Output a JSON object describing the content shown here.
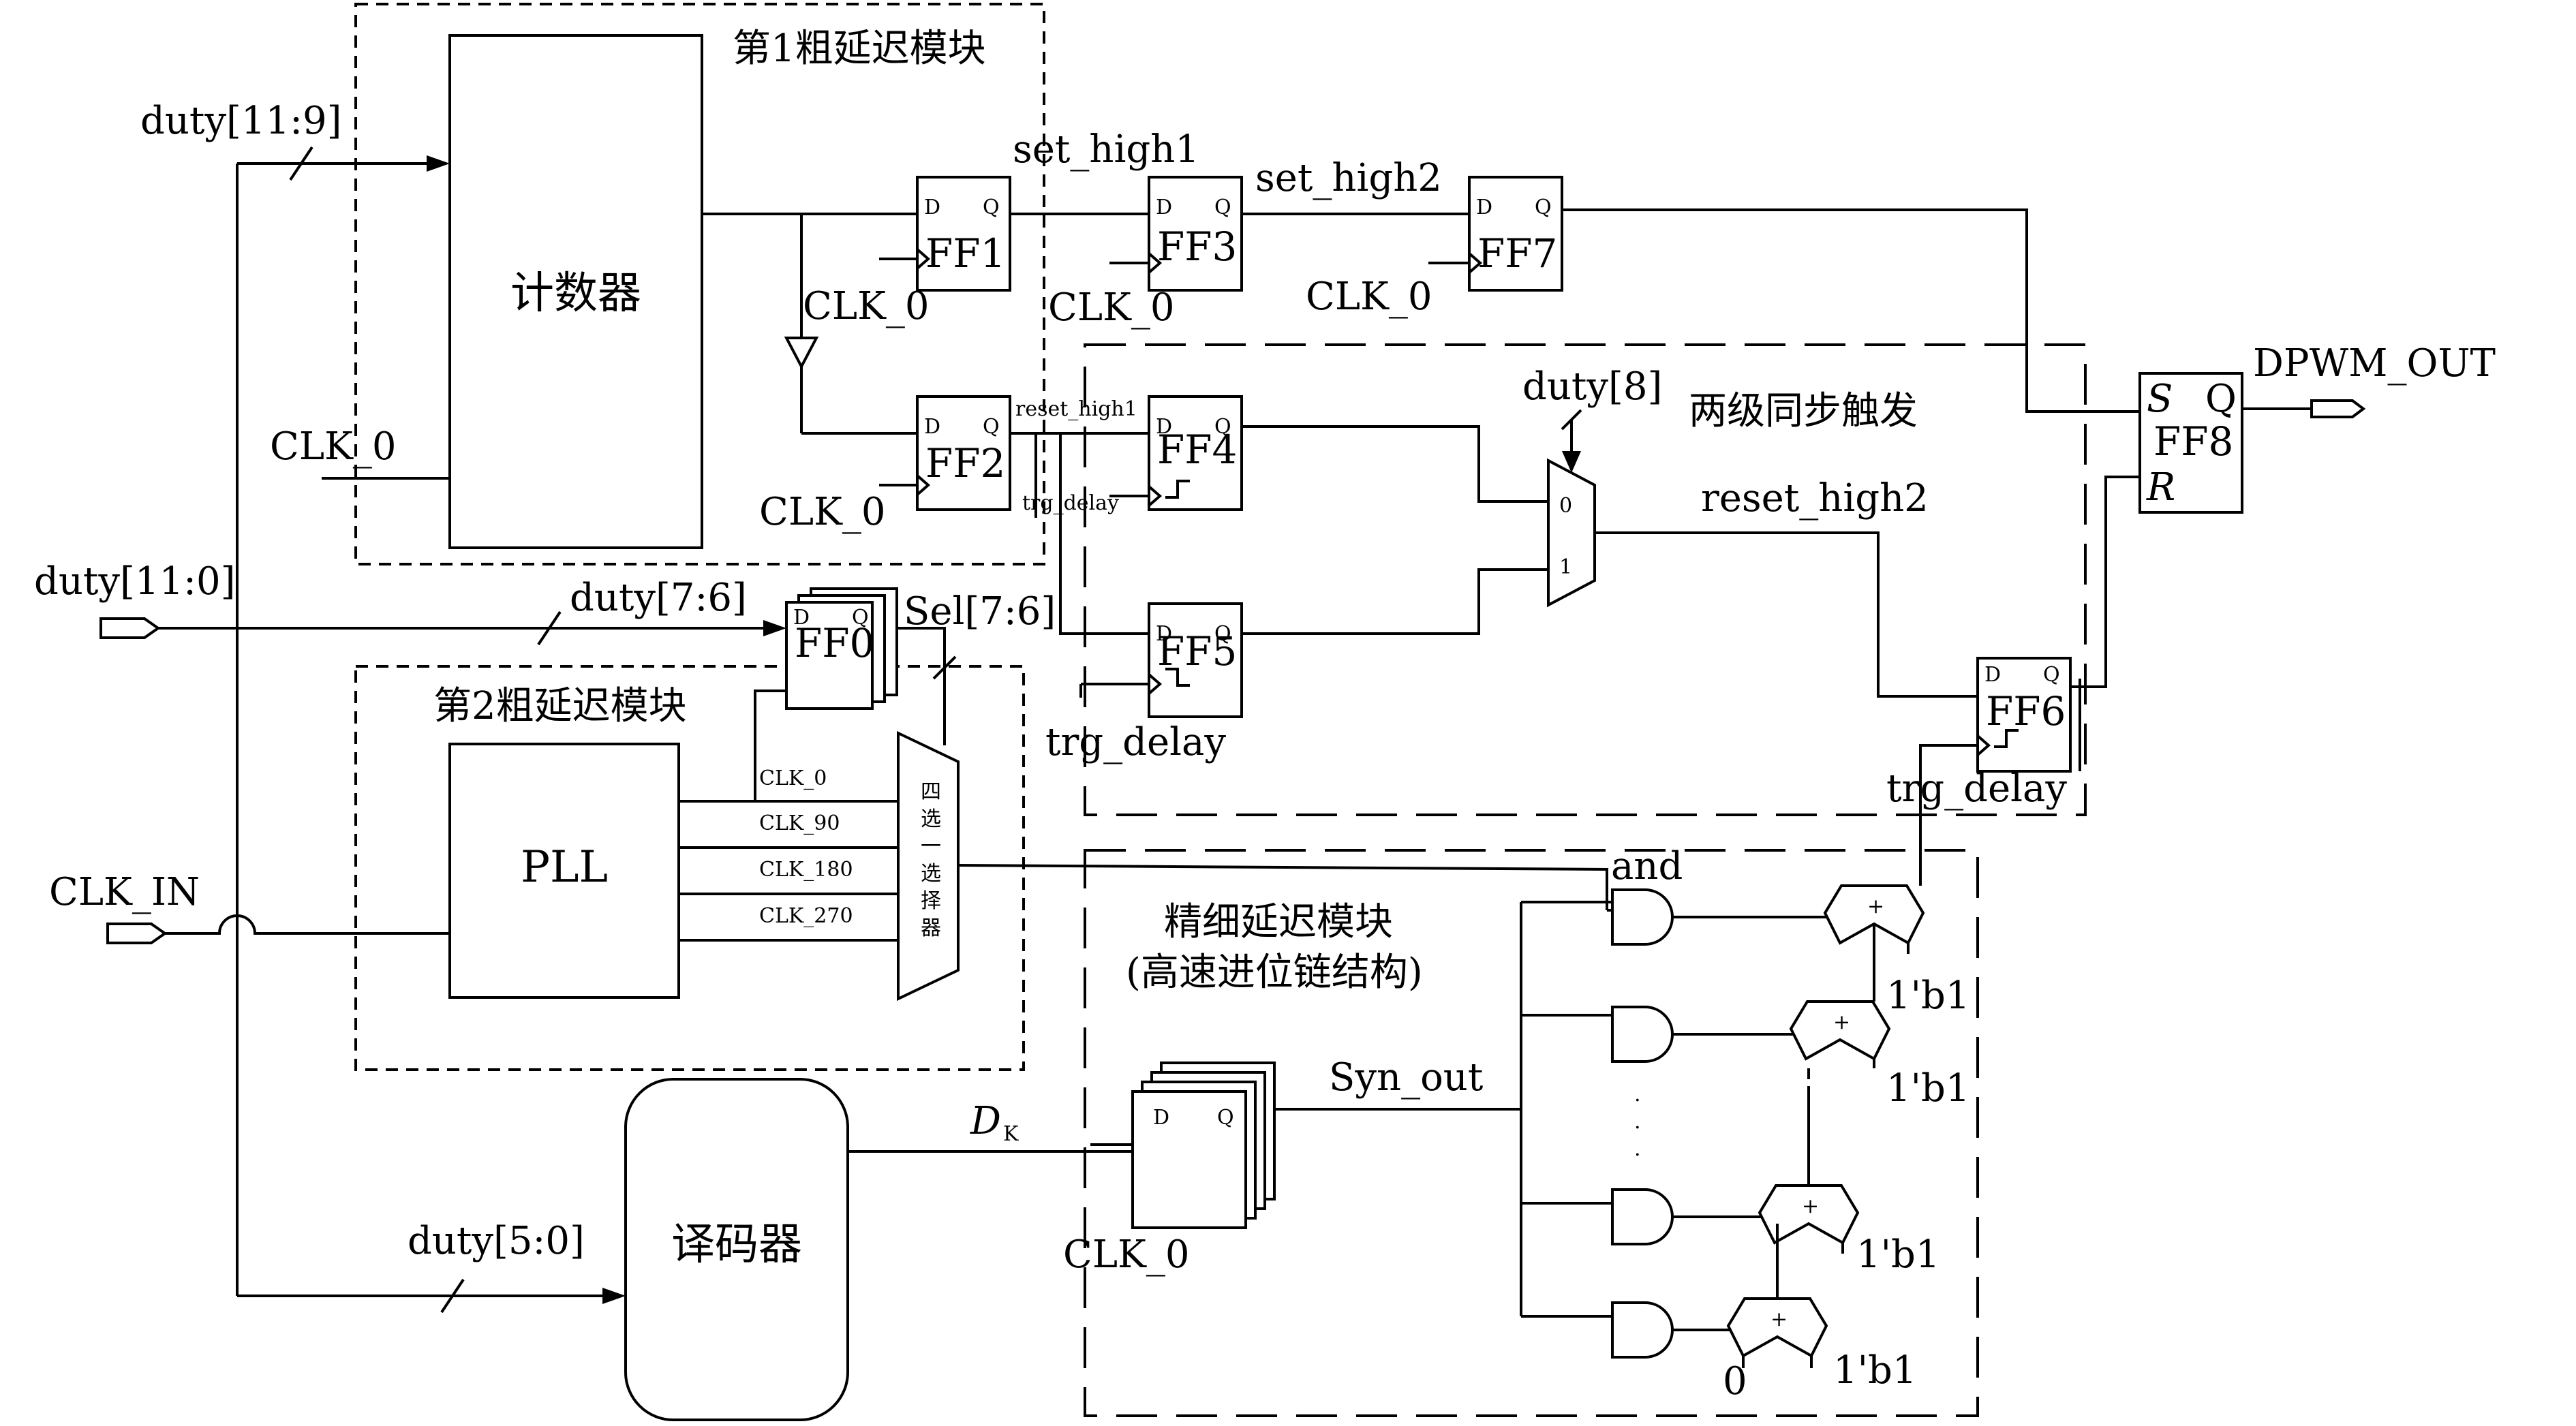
{
  "regions": {
    "coarse1_title": "第1粗延迟模块",
    "coarse2_title": "第2粗延迟模块",
    "sync_title": "两级同步触发",
    "fine_title_line1": "精细延迟模块",
    "fine_title_line2": "(高速进位链结构)"
  },
  "blocks": {
    "counter": "计数器",
    "pll": "PLL",
    "decoder": "译码器",
    "mux4": [
      "四",
      "选",
      "一",
      "选",
      "择",
      "器"
    ]
  },
  "flipflops": {
    "ff0": "FF0",
    "ff1": "FF1",
    "ff2": "FF2",
    "ff3": "FF3",
    "ff4": "FF4",
    "ff5": "FF5",
    "ff6": "FF6",
    "ff7": "FF7",
    "ff8": "FF8",
    "pin_d": "D",
    "pin_q": "Q",
    "pin_s": "S",
    "pin_r": "R"
  },
  "signals": {
    "duty_11_9": "duty[11:9]",
    "duty_11_0": "duty[11:0]",
    "duty_7_6": "duty[7:6]",
    "duty_5_0": "duty[5:0]",
    "duty_8": "duty[8]",
    "sel_7_6": "Sel[7:6]",
    "clk_in": "CLK_IN",
    "clk_0": "CLK_0",
    "clk_0_small": "CLK_0",
    "clk_90": "CLK_90",
    "clk_180": "CLK_180",
    "clk_270": "CLK_270",
    "set_high1": "set_high1",
    "set_high2": "set_high2",
    "reset_high1": "reset_high1",
    "reset_high2": "reset_high2",
    "trg_delay": "trg_delay",
    "trg_delay_small": "trg_delay",
    "dpwm_out": "DPWM_OUT",
    "syn_out": "Syn_out",
    "dk_main": "D",
    "dk_sub": "K",
    "and_label": "and",
    "mux_in0": "0",
    "mux_in1": "1",
    "one_b1": "1'b1",
    "zero": "0",
    "plus": "+"
  }
}
